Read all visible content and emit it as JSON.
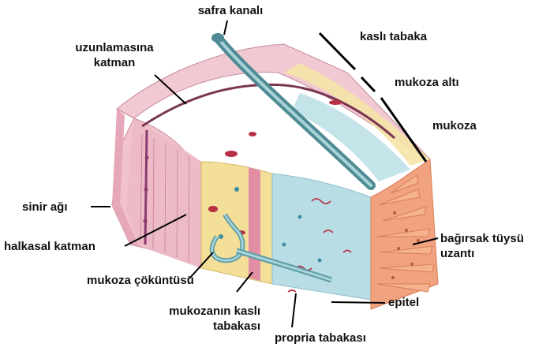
{
  "labels": {
    "safra_kanali": "safra kanalı",
    "uzunlamasina_katman": "uzunlamasına\nkatman",
    "kasli_tabaka": "kaslı tabaka",
    "mukoza_alti": "mukoza altı",
    "mukoza": "mukoza",
    "sinir_agi": "sinir ağı",
    "halkasal_katman": "halkasal katman",
    "mukoza_cokuntusu": "mukoza çöküntüsü",
    "mukozanin_kasli_tabakasi": "mukozanın kaslı\ntabakası",
    "propria_tabakasi": "propria tabakası",
    "epitel": "epitel",
    "bagirsak_tuysu_uzanti": "bağırsak tüysü\nuzantı"
  },
  "colors": {
    "muscle_pink": "#e9b7c3",
    "muscle_dark": "#d796a8",
    "submucosa_yellow": "#f3df98",
    "mucosa_blue": "#b9dde5",
    "villi_orange": "#f1a27e",
    "vessel_teal": "#7fb9c0",
    "blood_red": "#b83045"
  }
}
